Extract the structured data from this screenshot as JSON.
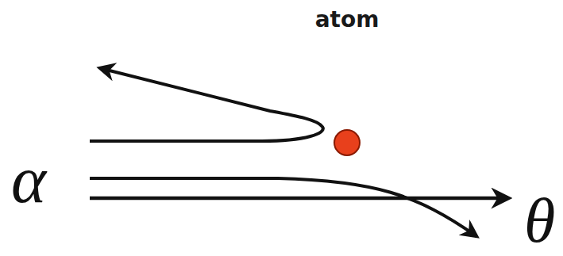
{
  "diagram": {
    "nodes": [
      {
        "text": [
          "atom"
        ]
      }
    ],
    "labels": [
      "α",
      "θ"
    ]
  }
}
